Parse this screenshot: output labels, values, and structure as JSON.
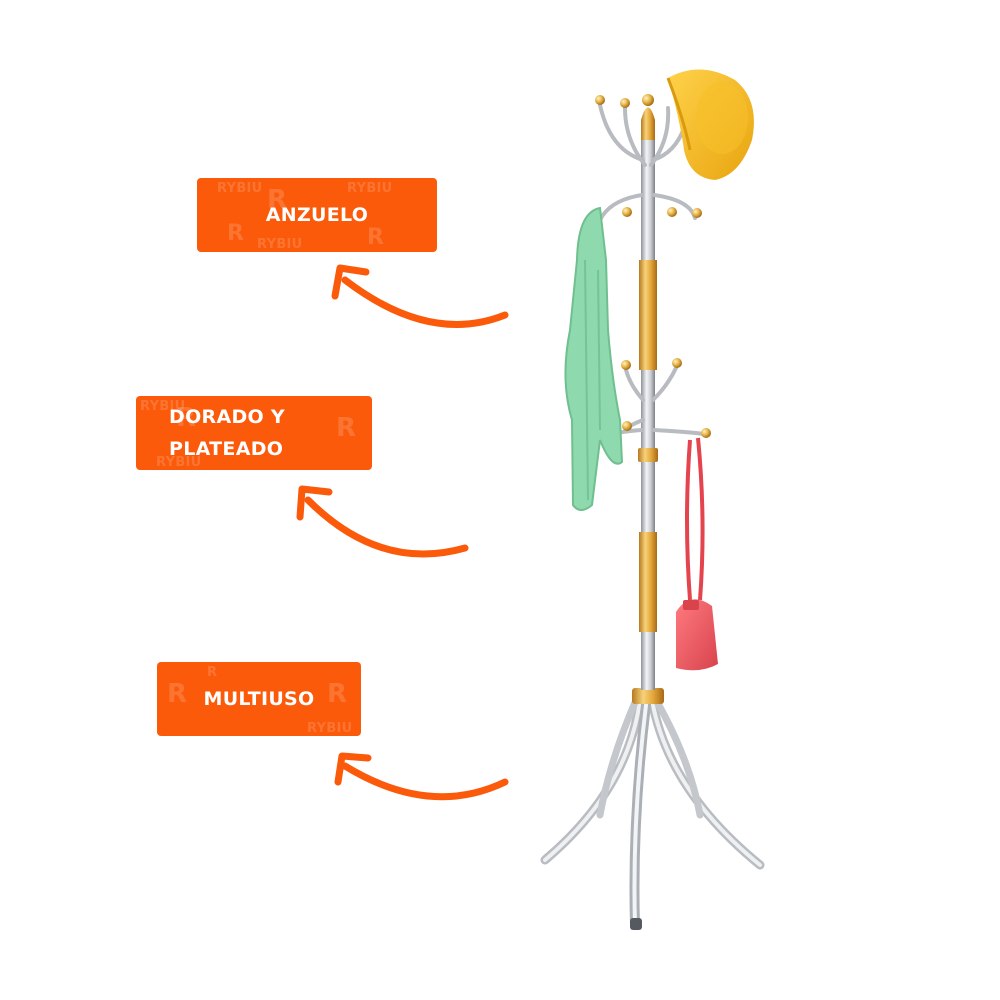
{
  "labels": {
    "hook": "ANZUELO",
    "finish_line1": "DORADO Y",
    "finish_line2": "PLATEADO",
    "multiuse": "MULTIUSO"
  },
  "colors": {
    "accent": "#fb5a0a",
    "gold": "#e3a93a",
    "silver": "#c9ccd0",
    "hat": "#f2b521",
    "scarf": "#8fd9ae",
    "bag": "#ef5961"
  },
  "icons": {
    "arrow": "curved-arrow-icon",
    "product": "coat-rack-stand"
  }
}
